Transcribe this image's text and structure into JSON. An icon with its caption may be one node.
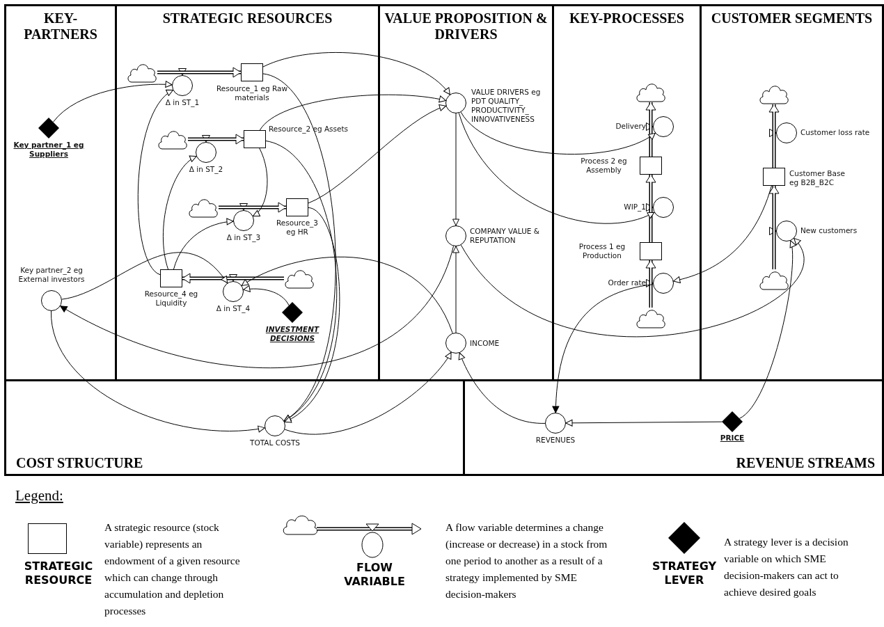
{
  "diagram": {
    "nodes": [
      {
        "text": [
          "KEY-PARTNERS"
        ]
      },
      {
        "text": [
          "STRATEGIC RESOURCES"
        ]
      },
      {
        "text": [
          "VALUE PROPOSITION & DRIVERS"
        ]
      },
      {
        "text": [
          "KEY-PROCESSES"
        ]
      },
      {
        "text": [
          "CUSTOMER SEGMENTS"
        ]
      },
      {
        "text": [
          "COST STRUCTURE"
        ]
      },
      {
        "text": [
          "REVENUE STREAMS"
        ]
      },
      {
        "text": [],
        "shape": "cloud",
        "in": 1
      },
      {
        "text": [
          "Δ in ST_1"
        ],
        "in": 1
      },
      {
        "text": [
          "Resource_1 eg Raw materials"
        ],
        "in": 1
      },
      {
        "text": [],
        "shape": "cloud",
        "in": 1
      },
      {
        "text": [
          "Δ in ST_2"
        ],
        "in": 1
      },
      {
        "text": [
          "Resource_2 eg Assets"
        ],
        "in": 1
      },
      {
        "text": [],
        "shape": "cloud",
        "in": 1
      },
      {
        "text": [
          "Δ in ST_3"
        ],
        "in": 1
      },
      {
        "text": [
          "Resource_3 eg HR"
        ],
        "in": 1
      },
      {
        "text": [
          "Resource_4 eg Liquidity"
        ],
        "in": 1
      },
      {
        "text": [
          "Δ in ST_4"
        ],
        "in": 1
      },
      {
        "text": [],
        "shape": "cloud",
        "in": 1
      },
      {
        "text": [
          "INVESTMENT DECISIONS"
        ],
        "in": 1
      },
      {
        "text": [
          "Key partner_1 eg Suppliers"
        ],
        "in": 0
      },
      {
        "text": [
          "Key partner_2 eg External investors"
        ],
        "in": 0
      },
      {
        "text": [
          "VALUE DRIVERS eg PDT QUALITY_ PRODUCTIVITY_ INNOVATIVENESS"
        ],
        "in": 2
      },
      {
        "text": [
          "COMPANY VALUE & REPUTATION"
        ],
        "in": 2
      },
      {
        "text": [
          "INCOME"
        ],
        "in": 2
      },
      {
        "text": [],
        "shape": "cloud",
        "in": 3
      },
      {
        "text": [
          "Delivery"
        ],
        "in": 3
      },
      {
        "text": [
          "Process 2 eg Assembly"
        ],
        "in": 3
      },
      {
        "text": [
          "WIP_1"
        ],
        "in": 3
      },
      {
        "text": [
          "Process 1 eg Production"
        ],
        "in": 3
      },
      {
        "text": [
          "Order rate"
        ],
        "in": 3
      },
      {
        "text": [],
        "shape": "cloud",
        "in": 3
      },
      {
        "text": [],
        "shape": "cloud",
        "in": 4
      },
      {
        "text": [
          "Customer loss rate"
        ],
        "in": 4
      },
      {
        "text": [
          "Customer Base eg B2B_B2C"
        ],
        "in": 4
      },
      {
        "text": [
          "New customers"
        ],
        "in": 4
      },
      {
        "text": [],
        "shape": "cloud",
        "in": 4
      },
      {
        "text": [
          "TOTAL COSTS"
        ],
        "in": 5
      },
      {
        "text": [
          "REVENUES"
        ],
        "in": 6
      },
      {
        "text": [
          "PRICE"
        ],
        "in": 6
      }
    ],
    "edges": [
      {
        "from": 7,
        "to": 9,
        "arrow": "to",
        "style": "thick"
      },
      {
        "from": 10,
        "to": 12,
        "arrow": "to",
        "style": "thick"
      },
      {
        "from": 13,
        "to": 15,
        "arrow": "to",
        "style": "thick"
      },
      {
        "from": 18,
        "to": 16,
        "arrow": "to",
        "style": "thick"
      },
      {
        "from": 31,
        "to": 29,
        "arrow": "to",
        "style": "thick"
      },
      {
        "from": 29,
        "to": 27,
        "arrow": "to",
        "style": "thick"
      },
      {
        "from": 27,
        "to": 25,
        "arrow": "to",
        "style": "thick"
      },
      {
        "from": 36,
        "to": 34,
        "arrow": "to",
        "style": "thick"
      },
      {
        "from": 34,
        "to": 32,
        "arrow": "to",
        "style": "thick"
      },
      {
        "from": 20,
        "to": 8,
        "arrow": "to"
      },
      {
        "from": 16,
        "to": 8,
        "arrow": "to"
      },
      {
        "from": 16,
        "to": 11,
        "arrow": "to"
      },
      {
        "from": 16,
        "to": 14,
        "arrow": "to"
      },
      {
        "from": 12,
        "to": 14,
        "arrow": "to"
      },
      {
        "from": 21,
        "to": 17,
        "arrow": "to"
      },
      {
        "from": 19,
        "to": 17,
        "arrow": "to"
      },
      {
        "from": 24,
        "to": 17,
        "arrow": "to"
      },
      {
        "from": 9,
        "to": 22,
        "arrow": "to"
      },
      {
        "from": 12,
        "to": 22,
        "arrow": "to"
      },
      {
        "from": 15,
        "to": 22,
        "arrow": "to"
      },
      {
        "from": 9,
        "to": 37,
        "arrow": "to"
      },
      {
        "from": 12,
        "to": 37,
        "arrow": "to"
      },
      {
        "from": 15,
        "to": 37,
        "arrow": "to"
      },
      {
        "from": 22,
        "to": 23,
        "arrow": "to"
      },
      {
        "from": 24,
        "to": 23,
        "arrow": "to"
      },
      {
        "from": 22,
        "to": 26,
        "arrow": "to"
      },
      {
        "from": 22,
        "to": 28,
        "arrow": "to"
      },
      {
        "from": 23,
        "to": 21,
        "arrow": "to"
      },
      {
        "from": 23,
        "to": 35,
        "arrow": "to"
      },
      {
        "from": 21,
        "to": 37,
        "arrow": "to"
      },
      {
        "from": 37,
        "to": 24,
        "arrow": "to"
      },
      {
        "from": 38,
        "to": 24,
        "arrow": "to"
      },
      {
        "from": 39,
        "to": 38,
        "arrow": "to"
      },
      {
        "from": 39,
        "to": 35,
        "arrow": "to"
      },
      {
        "from": 30,
        "to": 38,
        "arrow": "to"
      },
      {
        "from": 34,
        "to": 30,
        "arrow": "to"
      }
    ],
    "labels": [
      "Legend:",
      "A strategic resource (stock variable) represents an endowment of a given resource which can change through accumulation and depletion processes",
      "A flow variable determines a change (increase or decrease) in a stock from one period to another as a result of a strategy implemented by SME decision-makers",
      "A strategy lever is a decision variable on which SME decision-makers can act to achieve desired goals"
    ],
    "legend": [
      {
        "text": "STRATEGIC RESOURCE"
      },
      {
        "text": "FLOW VARIABLE"
      },
      {
        "text": "STRATEGY LEVER"
      }
    ]
  }
}
